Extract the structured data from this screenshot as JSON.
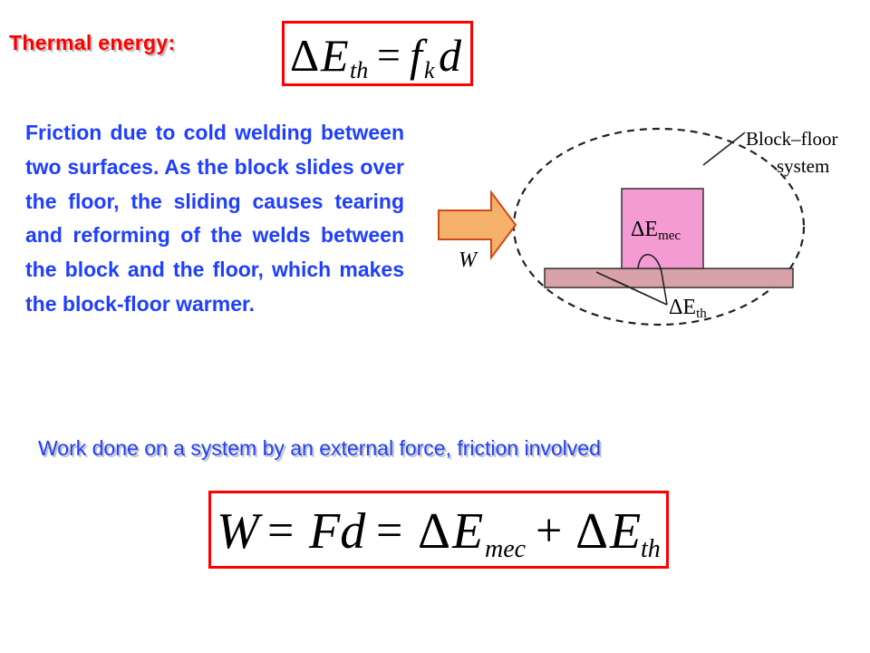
{
  "title": "Thermal energy:",
  "equation_thermal": {
    "delta": "Δ",
    "E": "E",
    "sub_th": "th",
    "equals": "=",
    "f": "f",
    "sub_k": "k",
    "d": "d"
  },
  "paragraph": "Friction due to cold welding between two surfaces.  As the block slides over the floor, the sliding causes tearing and reforming of the welds between the block and the floor, which makes the block-floor warmer.",
  "diagram": {
    "system_label_line1": "Block–floor",
    "system_label_line2": "system",
    "work_label": "W",
    "block_label_main": "ΔE",
    "block_label_sub": "mec",
    "thermal_label_main": "ΔE",
    "thermal_label_sub": "th",
    "colors": {
      "block": "#f59bd4",
      "floor": "#d9a2a8",
      "arrow_fill": "#f5b06a",
      "arrow_stroke": "#d0491a"
    }
  },
  "caption": "Work done on a system by an external force, friction involved",
  "equation_work": {
    "W": "W",
    "eq1": "=",
    "Fd": "Fd",
    "eq2": "=",
    "delta1": "Δ",
    "E1": "E",
    "sub_mec": "mec",
    "plus": "+",
    "delta2": "Δ",
    "E2": "E",
    "sub_th": "th"
  }
}
